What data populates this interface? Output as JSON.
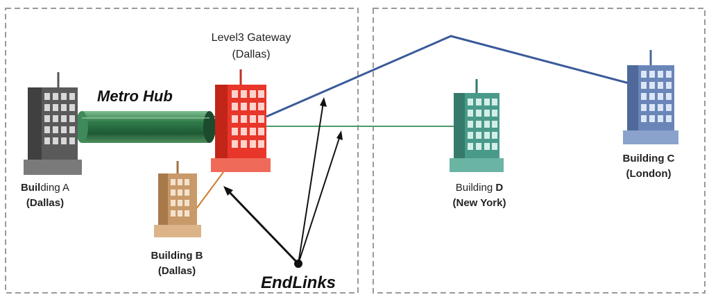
{
  "regions": [
    {
      "name": "dallas-region"
    },
    {
      "name": "remote-region"
    }
  ],
  "labels": {
    "gateway_line1": "Level3 Gateway",
    "gateway_line2": "(Dallas)",
    "metro_hub": "Metro Hub",
    "endlinks": "EndLinks",
    "building_a_prefix": "Buil",
    "building_a_rest": "ding A",
    "building_a_city": "(Dallas)",
    "building_b_name": "Building B",
    "building_b_city": "(Dallas)",
    "building_c_name": "Building C",
    "building_c_city": "(London)",
    "building_d_prefix": "Building ",
    "building_d_letter": "D",
    "building_d_city": "(New York)"
  },
  "colors": {
    "building_a": "#6a6a6a",
    "gateway": "#e8362a",
    "building_b": "#c89a6a",
    "building_d": "#4a9a8a",
    "building_c": "#6a86b8",
    "metro_hub_tube": "#2f7a4a",
    "link_blue": "#3a5a9a",
    "link_green": "#4a9a6a",
    "link_orange": "#d07a2a",
    "border_dash": "#999999"
  }
}
